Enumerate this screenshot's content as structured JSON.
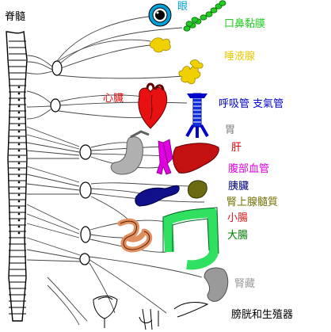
{
  "labels": {
    "spinal_cord": "脊髓",
    "eye": "眼",
    "nasal_mucosa": "口鼻黏膜",
    "salivary_gland": "唾液腺",
    "heart": "心臟",
    "airway": "呼吸管  支氣管",
    "stomach": "胃",
    "liver": "肝",
    "abdominal_vessels": "腹部血管",
    "pancreas": "胰臟",
    "adrenal_medulla": "腎上腺髓質",
    "small_intestine": "小腸",
    "large_intestine": "大腸",
    "kidney": "腎藏",
    "bladder_genitals": "膀胱和生殖器"
  },
  "colors": {
    "eye": "#00a0d8",
    "nasal_mucosa": "#22cc22",
    "salivary_gland": "#e8c800",
    "heart": "#e81010",
    "airway": "#0000cc",
    "stomach": "#808080",
    "liver": "#cc0000",
    "abdominal_vessels": "#e000e0",
    "pancreas": "#000080",
    "adrenal_medulla": "#707000",
    "small_intestine": "#e01818",
    "large_intestine": "#008000",
    "kidney": "#9a9a9a",
    "bladder_genitals": "#000000",
    "spinal_cord": "#000000"
  }
}
